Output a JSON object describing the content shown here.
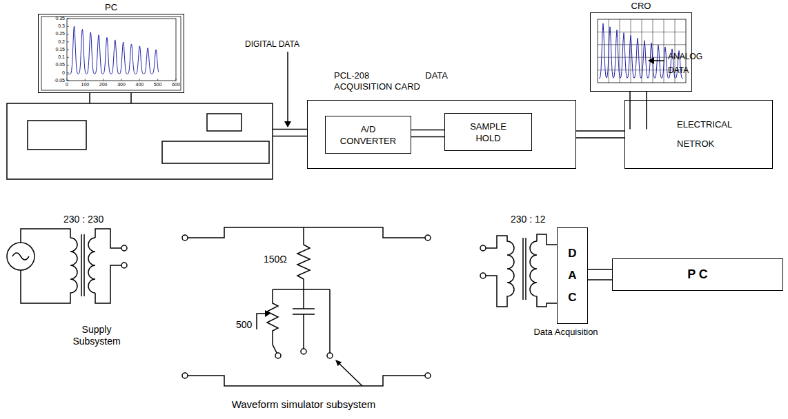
{
  "diagram": {
    "nodes": [
      {
        "text": [
          "PC"
        ]
      },
      {
        "text": [
          "PCL-208 DATA ACQUISITION CARD"
        ]
      },
      {
        "text": [
          "A/D CONVERTER"
        ],
        "in": 1
      },
      {
        "text": [
          "SAMPLE HOLD"
        ],
        "in": 1
      },
      {
        "text": [
          "CRO"
        ]
      },
      {
        "text": [
          "ELECTRICAL NETROK"
        ]
      },
      {
        "text": [
          "D A C"
        ]
      },
      {
        "text": [
          "P C"
        ]
      }
    ],
    "edges": [
      {
        "from": 2,
        "to": 3,
        "arrow": "none"
      },
      {
        "from": 1,
        "to": 5,
        "arrow": "none"
      },
      {
        "from": 6,
        "to": 7,
        "arrow": "none"
      }
    ],
    "labels": [
      "0.35",
      "0.3",
      "0.25",
      "0.2",
      "0.15",
      "0.1",
      "0.05",
      "0",
      "-0.05",
      "0",
      "100",
      "200",
      "300",
      "400",
      "500",
      "600",
      "DIGITAL DATA",
      "ANALOG DATA",
      "230 : 230",
      "Supply Subsystem",
      "150Ω",
      "500",
      "Waveform simulator subsystem",
      "230 : 12",
      "Data Acquisition"
    ]
  }
}
